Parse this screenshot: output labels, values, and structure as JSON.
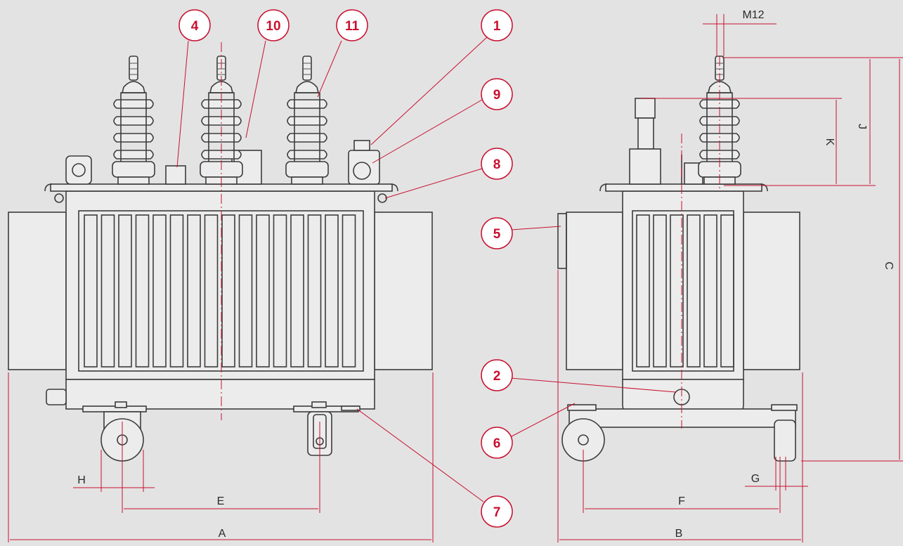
{
  "colors": {
    "background": "#e3e3e4",
    "outline": "#3c3c3c",
    "accent": "#c8102e"
  },
  "callouts": [
    "4",
    "10",
    "11",
    "1",
    "9",
    "8",
    "5",
    "2",
    "6",
    "7"
  ],
  "dimensions": {
    "A": "A",
    "B": "B",
    "C": "C",
    "E": "E",
    "F": "F",
    "G": "G",
    "H": "H",
    "J": "J",
    "K": "K",
    "M12": "M12"
  }
}
